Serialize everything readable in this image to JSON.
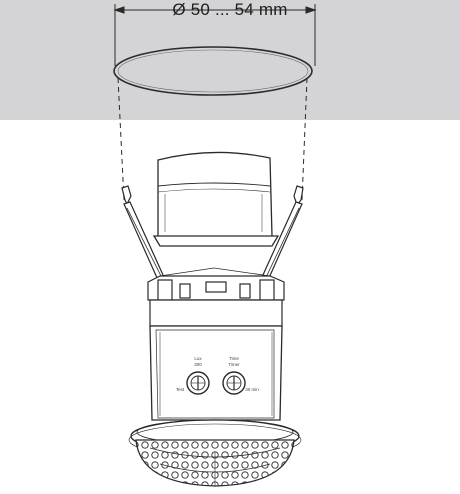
{
  "diagram": {
    "dimension_label": "Ø 50 ... 54 mm",
    "knobs": {
      "left_label_top": "Lux",
      "left_label_bottom": "300",
      "right_label_top": "Time",
      "right_label_bottom": "Timer",
      "left_side_text": "Test",
      "right_side_text": "30 min"
    },
    "colors": {
      "ceiling": "#d4d4d6",
      "line": "#2a2a2a",
      "background": "#ffffff"
    }
  }
}
